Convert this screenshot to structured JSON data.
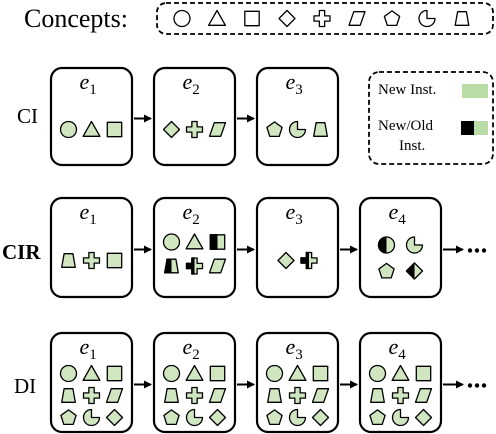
{
  "concepts_label": "Concepts:",
  "concept_shapes": [
    "circle",
    "triangle",
    "square",
    "diamond",
    "cross",
    "parallelogram",
    "pentagon",
    "pacman",
    "trapezoid"
  ],
  "legend": {
    "new_inst": "New Inst.",
    "new_old_line1": "New/Old",
    "new_old_line2": "Inst."
  },
  "colors": {
    "new_fill": "#cfe6c0",
    "stroke": "#000000",
    "old_fill": "#000000",
    "legend_new_swatch": "#b9dca5"
  },
  "rows": [
    {
      "label": "CI",
      "bold": false,
      "continues": false,
      "experiences": [
        {
          "name": "e",
          "sub": "1",
          "items": [
            {
              "shape": "circle"
            },
            {
              "shape": "triangle"
            },
            {
              "shape": "square"
            }
          ]
        },
        {
          "name": "e",
          "sub": "2",
          "items": [
            {
              "shape": "diamond"
            },
            {
              "shape": "cross"
            },
            {
              "shape": "parallelogram"
            }
          ]
        },
        {
          "name": "e",
          "sub": "3",
          "items": [
            {
              "shape": "pentagon"
            },
            {
              "shape": "pacman"
            },
            {
              "shape": "trapezoid"
            }
          ]
        }
      ]
    },
    {
      "label": "CIR",
      "bold": true,
      "continues": true,
      "experiences": [
        {
          "name": "e",
          "sub": "1",
          "items": [
            {
              "shape": "trapezoid"
            },
            {
              "shape": "cross"
            },
            {
              "shape": "square"
            }
          ]
        },
        {
          "name": "e",
          "sub": "2",
          "items": [
            {
              "shape": "circle"
            },
            {
              "shape": "triangle"
            },
            {
              "shape": "square",
              "mixed": true
            },
            {
              "shape": "trapezoid",
              "mixed": true
            },
            {
              "shape": "cross",
              "mixed": true
            },
            {
              "shape": "parallelogram"
            }
          ]
        },
        {
          "name": "e",
          "sub": "3",
          "items": [
            {
              "shape": "diamond"
            },
            {
              "shape": "cross",
              "mixed": true
            }
          ]
        },
        {
          "name": "e",
          "sub": "4",
          "items": [
            {
              "shape": "circle",
              "mixed": true
            },
            {
              "shape": "pacman"
            },
            {
              "shape": "pentagon"
            },
            {
              "shape": "diamond",
              "mixed": true
            }
          ]
        }
      ]
    },
    {
      "label": "DI",
      "bold": false,
      "continues": true,
      "experiences": [
        {
          "name": "e",
          "sub": "1",
          "items": [
            {
              "shape": "circle"
            },
            {
              "shape": "triangle"
            },
            {
              "shape": "square"
            },
            {
              "shape": "trapezoid"
            },
            {
              "shape": "cross"
            },
            {
              "shape": "parallelogram"
            },
            {
              "shape": "pentagon"
            },
            {
              "shape": "pacman"
            },
            {
              "shape": "diamond"
            }
          ]
        },
        {
          "name": "e",
          "sub": "2",
          "items": [
            {
              "shape": "circle"
            },
            {
              "shape": "triangle"
            },
            {
              "shape": "square"
            },
            {
              "shape": "trapezoid"
            },
            {
              "shape": "cross"
            },
            {
              "shape": "parallelogram"
            },
            {
              "shape": "pentagon"
            },
            {
              "shape": "pacman"
            },
            {
              "shape": "diamond"
            }
          ]
        },
        {
          "name": "e",
          "sub": "3",
          "items": [
            {
              "shape": "circle"
            },
            {
              "shape": "triangle"
            },
            {
              "shape": "square"
            },
            {
              "shape": "trapezoid"
            },
            {
              "shape": "cross"
            },
            {
              "shape": "parallelogram"
            },
            {
              "shape": "pentagon"
            },
            {
              "shape": "pacman"
            },
            {
              "shape": "diamond"
            }
          ]
        },
        {
          "name": "e",
          "sub": "4",
          "items": [
            {
              "shape": "circle"
            },
            {
              "shape": "triangle"
            },
            {
              "shape": "square"
            },
            {
              "shape": "trapezoid"
            },
            {
              "shape": "cross"
            },
            {
              "shape": "parallelogram"
            },
            {
              "shape": "pentagon"
            },
            {
              "shape": "pacman"
            },
            {
              "shape": "diamond"
            }
          ]
        }
      ]
    }
  ]
}
